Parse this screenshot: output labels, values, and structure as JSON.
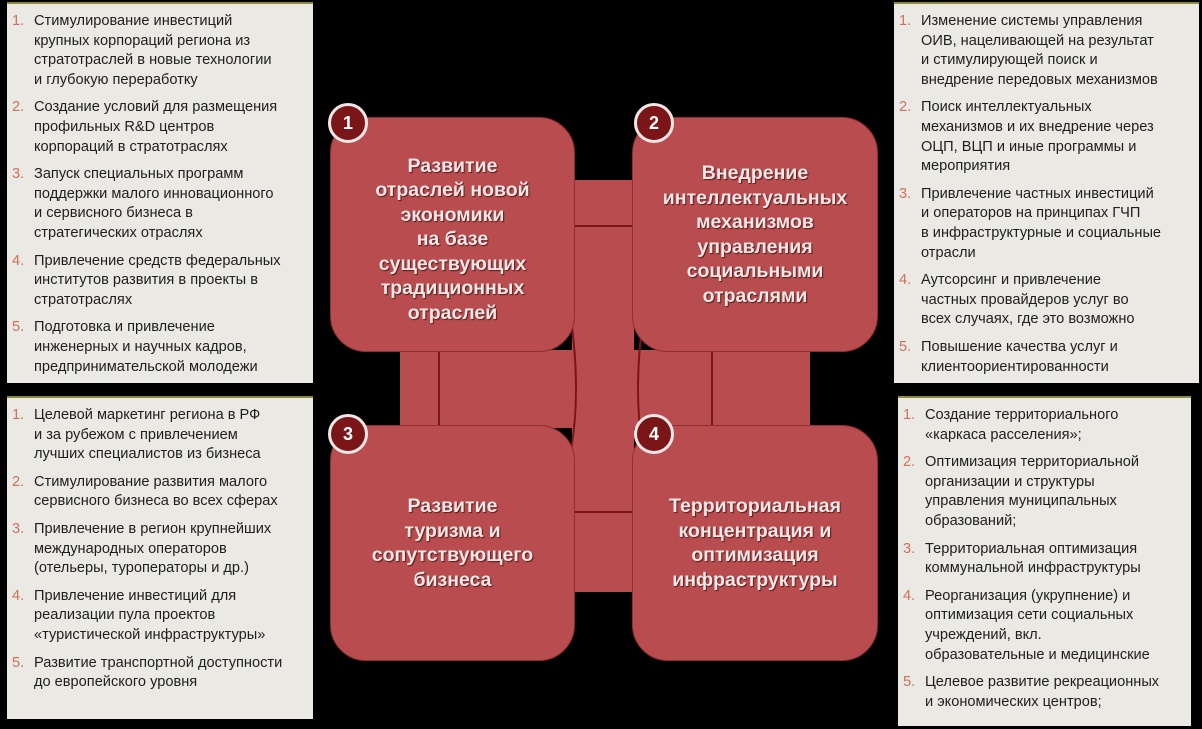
{
  "colors": {
    "background": "#000000",
    "box": "#b84c4e",
    "badge": "#7a1518",
    "panel": "#ebe9e4",
    "list_number": "#d0705a"
  },
  "center": {
    "boxes": [
      {
        "number": "1",
        "title": "Развитие\nотраслей новой\nэкономики\nна базе\nсуществующих\nтрадиционных\nотраслей"
      },
      {
        "number": "2",
        "title": "Внедрение\nинтеллектуальных\nмеханизмов\nуправления\nсоциальными\nотраслями"
      },
      {
        "number": "3",
        "title": "Развитие\nтуризма и\nсопутствующего\nбизнеса"
      },
      {
        "number": "4",
        "title": "Территориальная\nконцентрация и\nоптимизация\nинфраструктуры"
      }
    ]
  },
  "panels": {
    "top_left": [
      {
        "n": "1.",
        "text": "Стимулирование инвестиций\nкрупных корпораций региона из\nстратотраслей в новые технологии\nи глубокую переработку"
      },
      {
        "n": "2.",
        "text": "Создание условий для размещения\nпрофильных R&D центров\nкорпораций в стратотраслях"
      },
      {
        "n": "3.",
        "text": "Запуск специальных программ\nподдержки малого инновационного\nи сервисного бизнеса в\nстратегических отраслях"
      },
      {
        "n": "4.",
        "text": "Привлечение средств федеральных\nинститутов развития в проекты в\nстратотраслях"
      },
      {
        "n": "5.",
        "text": "Подготовка и привлечение\nинженерных и научных кадров,\nпредпринимательской молодежи"
      }
    ],
    "top_right": [
      {
        "n": "1.",
        "text": "Изменение системы управления\nОИВ, нацеливающей на результат\nи стимулирующей поиск и\nвнедрение передовых механизмов"
      },
      {
        "n": "2.",
        "text": "Поиск интеллектуальных\nмеханизмов и их внедрение через\nОЦП, ВЦП и иные программы и\nмероприятия"
      },
      {
        "n": "3.",
        "text": "Привлечение частных инвестиций\nи операторов на принципах ГЧП\nв инфраструктурные и социальные\nотрасли"
      },
      {
        "n": "4.",
        "text": "Аутсорсинг и привлечение\nчастных провайдеров услуг во\nвсех случаях, где это возможно"
      },
      {
        "n": "5.",
        "text": "Повышение качества услуг и\nклиентоориентированности"
      }
    ],
    "bottom_left": [
      {
        "n": "1.",
        "text": "Целевой маркетинг региона в РФ\nи за рубежом с привлечением\nлучших специалистов из бизнеса"
      },
      {
        "n": "2.",
        "text": "Стимулирование развития малого\nсервисного бизнеса во всех сферах"
      },
      {
        "n": "3.",
        "text": "Привлечение в регион крупнейших\nмеждународных операторов\n(отельеры, туроператоры и др.)"
      },
      {
        "n": "4.",
        "text": "Привлечение инвестиций для\nреализации пула проектов\n«туристической инфраструктуры»"
      },
      {
        "n": "5.",
        "text": "Развитие транспортной доступности\nдо европейского уровня"
      }
    ],
    "bottom_right": [
      {
        "n": "1.",
        "text": "Создание территориального\n«каркаса расселения»;"
      },
      {
        "n": "2.",
        "text": "Оптимизация территориальной\nорганизации и структуры\nуправления муниципальных\nобразований;"
      },
      {
        "n": "3.",
        "text": "Территориальная оптимизация\nкоммунальной инфраструктуры"
      },
      {
        "n": "4.",
        "text": "Реорганизация (укрупнение) и\nоптимизация сети социальных\nучреждений, вкл.\nобразовательные и медицинские"
      },
      {
        "n": "5.",
        "text": "Целевое развитие рекреационных\nи экономических центров;"
      }
    ]
  }
}
